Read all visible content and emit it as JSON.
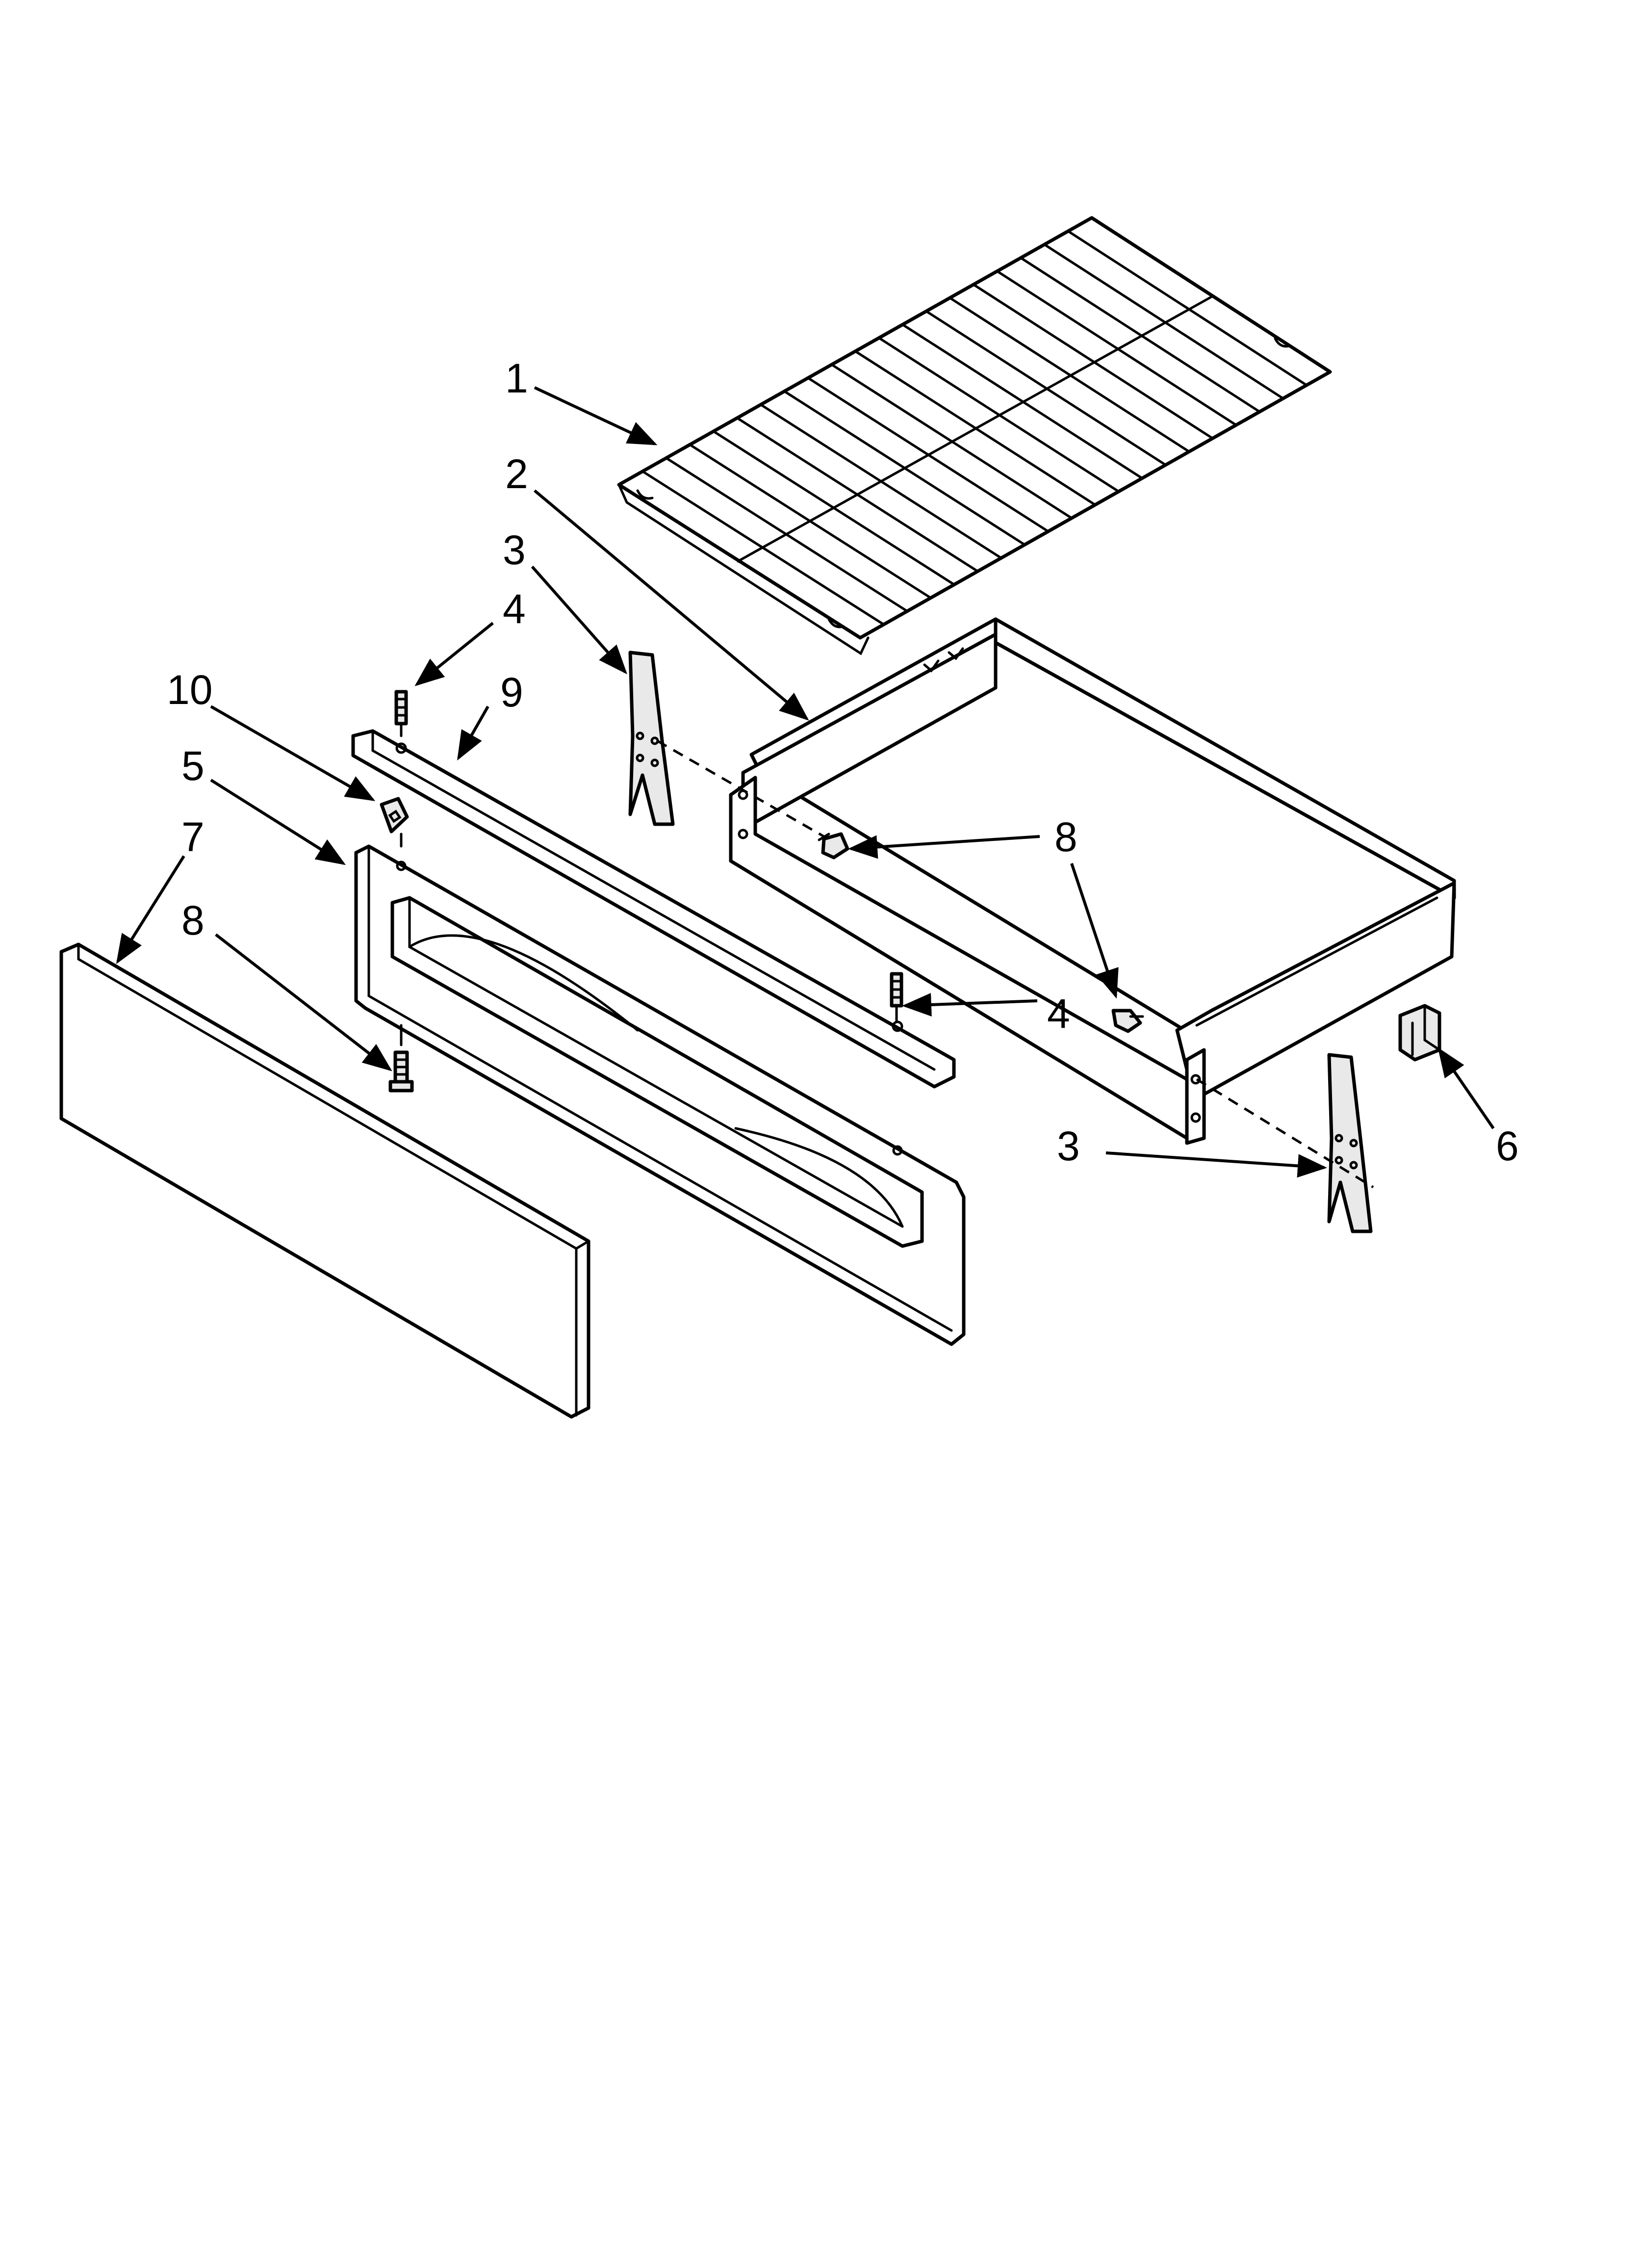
{
  "callouts": {
    "rack": "1",
    "drawer_tray": "2",
    "slide_upper": "3",
    "slide_lower": "3",
    "stud_left": "4",
    "stud_right": "4",
    "drawer_front": "5",
    "bracket_clip": "6",
    "front_panel": "7",
    "screw_tray_upper": "8",
    "screw_tray_lower": "8",
    "screw_front": "8",
    "handle_trim": "9",
    "clip": "10"
  },
  "colors": {
    "line": "#000000",
    "background": "#ffffff"
  }
}
